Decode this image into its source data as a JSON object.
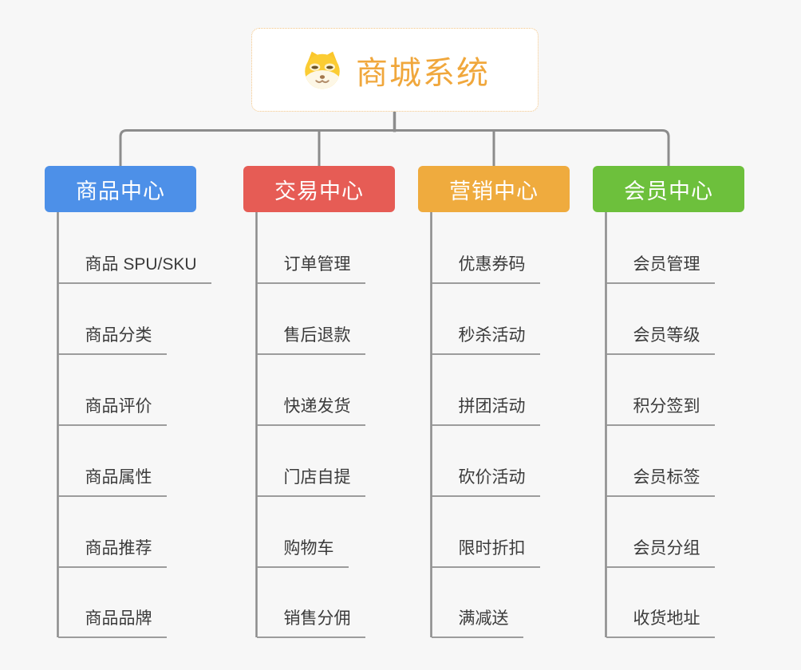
{
  "root": {
    "title": "商城系统",
    "icon": "shiba-dog-icon",
    "text_color": "#F0A73C",
    "border_color": "#F2C383"
  },
  "background_color": "#F7F7F7",
  "connector_color": "#8C8C8C",
  "underline_color": "#9C9C9C",
  "item_text_color": "#3B3B3B",
  "branches": [
    {
      "label": "商品中心",
      "color": "#4D90E8",
      "items": [
        "商品 SPU/SKU",
        "商品分类",
        "商品评价",
        "商品属性",
        "商品推荐",
        "商品品牌"
      ]
    },
    {
      "label": "交易中心",
      "color": "#E65C55",
      "items": [
        "订单管理",
        "售后退款",
        "快递发货",
        "门店自提",
        "购物车",
        "销售分佣"
      ]
    },
    {
      "label": "营销中心",
      "color": "#EFAB3E",
      "items": [
        "优惠券码",
        "秒杀活动",
        "拼团活动",
        "砍价活动",
        "限时折扣",
        "满减送"
      ]
    },
    {
      "label": "会员中心",
      "color": "#6DC03C",
      "items": [
        "会员管理",
        "会员等级",
        "积分签到",
        "会员标签",
        "会员分组",
        "收货地址"
      ]
    }
  ]
}
